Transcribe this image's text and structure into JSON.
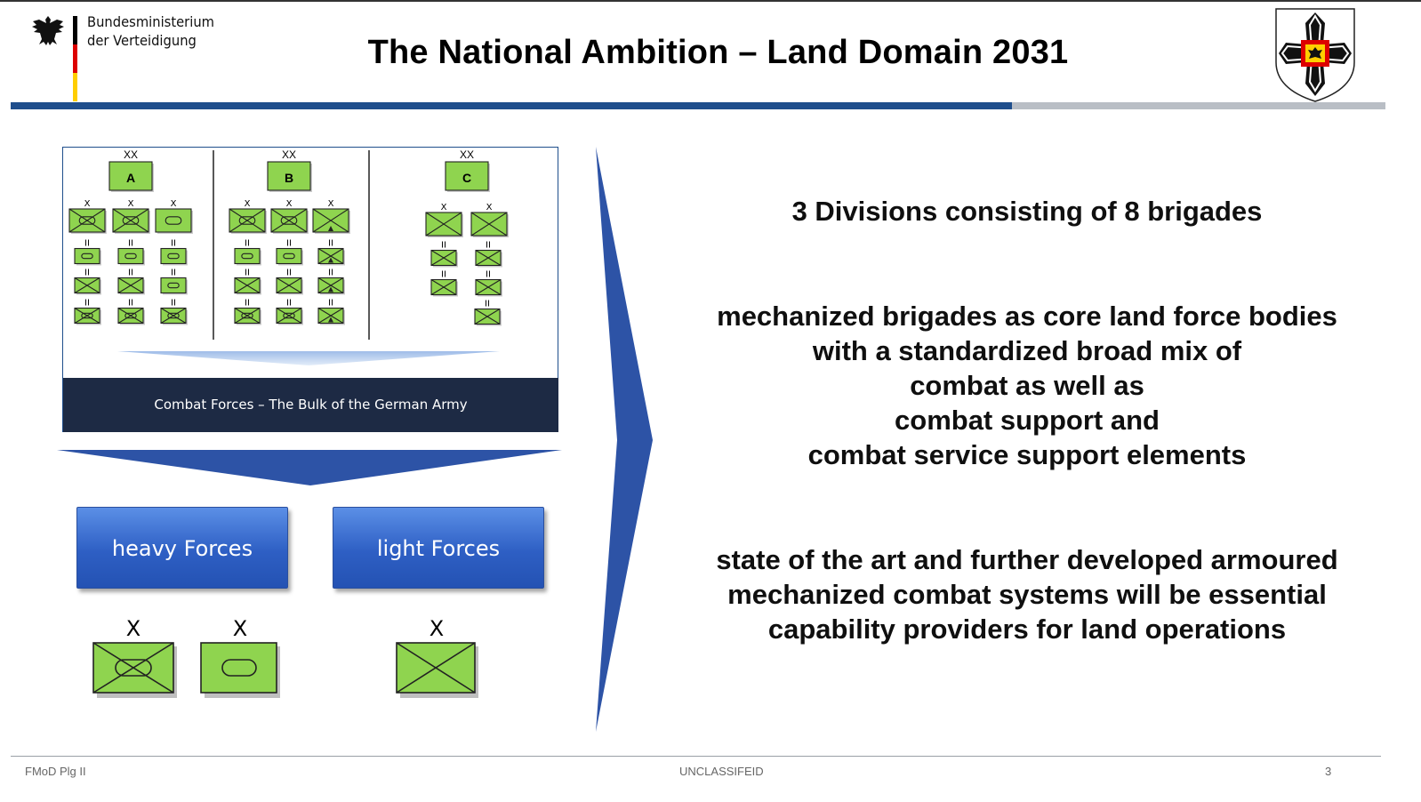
{
  "header": {
    "ministry_line1": "Bundesministerium",
    "ministry_line2": "der Verteidigung",
    "title": "The National Ambition – Land Domain 2031",
    "flag_colors": [
      "#000000",
      "#dd0000",
      "#ffce00"
    ],
    "accent_blue": "#1f4e8c",
    "accent_grey": "#b9bec5"
  },
  "diagram": {
    "divisions": [
      "A",
      "B",
      "C"
    ],
    "division_echelon": "XX",
    "brigade_echelon": "X",
    "battalion_echelon": "II",
    "band_text": "Combat Forces – The Bulk of the German Army",
    "unit_color": "#8fd44f"
  },
  "forces": {
    "heavy_label": "heavy Forces",
    "light_label": "light Forces"
  },
  "content": {
    "point1": "3 Divisions consisting of 8 brigades",
    "point2_lines": [
      "mechanized brigades as core land force bodies",
      "with a standardized broad mix of",
      "combat as well as",
      "combat support and",
      "combat service support elements"
    ],
    "point3_lines": [
      "state of the art and further developed armoured",
      "mechanized combat systems will be essential",
      "capability providers for land operations"
    ]
  },
  "footer": {
    "left": "FMoD Plg II",
    "center": "UNCLASSIFEID",
    "page": "3"
  }
}
